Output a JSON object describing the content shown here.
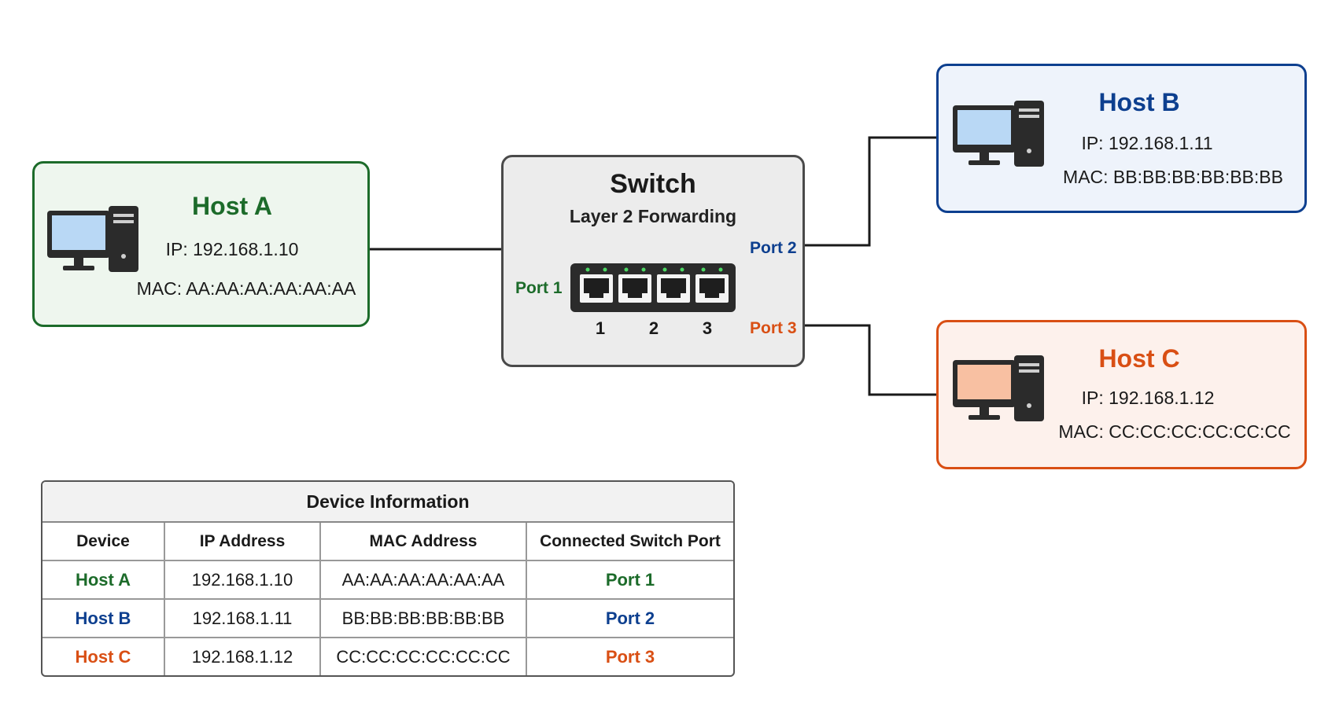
{
  "colors": {
    "green": "#1c6b2a",
    "blue": "#0d3f8f",
    "orange": "#d94f14",
    "wire": "#1a1a1a"
  },
  "hosts": [
    {
      "name": "Host A",
      "ip": "IP: 192.168.1.10",
      "mac": "MAC: AA:AA:AA:AA:AA:AA",
      "color": "#1c6b2a",
      "fill": "#eef6ee",
      "screen": "#b9d8f5",
      "icon": "desktop-computer-icon"
    },
    {
      "name": "Host B",
      "ip": "IP: 192.168.1.11",
      "mac": "MAC: BB:BB:BB:BB:BB:BB",
      "color": "#0d3f8f",
      "fill": "#eef3fb",
      "screen": "#b9d8f5",
      "icon": "desktop-computer-icon"
    },
    {
      "name": "Host C",
      "ip": "IP: 192.168.1.12",
      "mac": "MAC: CC:CC:CC:CC:CC:CC",
      "color": "#d94f14",
      "fill": "#fdf1ec",
      "screen": "#f8c0a2",
      "icon": "desktop-computer-icon"
    }
  ],
  "switch": {
    "title": "Switch",
    "subtitle": "Layer 2 Forwarding",
    "ports": [
      {
        "label": "Port 1",
        "color": "#1c6b2a"
      },
      {
        "label": "Port 2",
        "color": "#0d3f8f"
      },
      {
        "label": "Port 3",
        "color": "#d94f14"
      }
    ],
    "jack_numbers": [
      "1",
      "2",
      "3"
    ],
    "icon": "ethernet-port-icon"
  },
  "table": {
    "title": "Device Information",
    "headers": [
      "Device",
      "IP Address",
      "MAC Address",
      "Connected Switch Port"
    ],
    "rows": [
      {
        "device": "Host A",
        "ip": "192.168.1.10",
        "mac": "AA:AA:AA:AA:AA:AA",
        "port": "Port 1",
        "color": "#1c6b2a"
      },
      {
        "device": "Host B",
        "ip": "192.168.1.11",
        "mac": "BB:BB:BB:BB:BB:BB",
        "port": "Port 2",
        "color": "#0d3f8f"
      },
      {
        "device": "Host C",
        "ip": "192.168.1.12",
        "mac": "CC:CC:CC:CC:CC:CC",
        "port": "Port 3",
        "color": "#d94f14"
      }
    ]
  }
}
